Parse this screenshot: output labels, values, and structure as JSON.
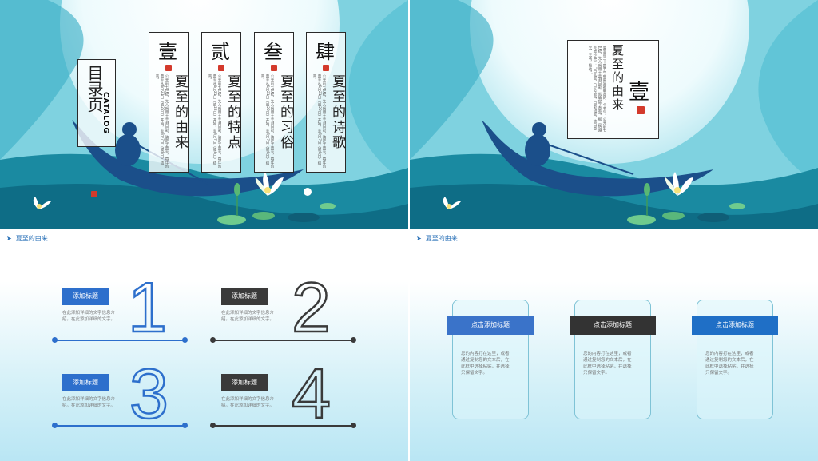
{
  "toc": {
    "title": "目录页",
    "subtitle": "CATALOG",
    "items": [
      {
        "num": "壹",
        "label": "夏至的由来"
      },
      {
        "num": "贰",
        "label": "夏至的特点"
      },
      {
        "num": "叁",
        "label": "夏至的习俗"
      },
      {
        "num": "肆",
        "label": "夏至的诗歌"
      }
    ],
    "blurb": "公元前七世纪，先人采用土圭测日影，确定了夏至，每年的夏至从6月21日（或22日）开始，至7月7日（或8日）结束。"
  },
  "section": {
    "num": "壹",
    "title": "夏至的由来",
    "blurb": "夏至是二十四节气中最早被确定的一个节气。公元前七世纪，先人采用土圭测日影，就确定了夏至。据《恪遵宪度抄本》：“日北至，日长之至，日影短至，故曰夏至。至者，极也。”"
  },
  "slide3": {
    "crumb": "夏至的由来",
    "items": [
      {
        "tag": "添加标题",
        "num": "1",
        "text1": "在此添加详细的文字信息介",
        "text2": "绍。在此添加详细的文字。"
      },
      {
        "tag": "添加标题",
        "num": "2",
        "text1": "在此添加详细的文字信息介",
        "text2": "绍。在此添加详细的文字。"
      },
      {
        "tag": "添加标题",
        "num": "3",
        "text1": "在此添加详细的文字信息介",
        "text2": "绍。在此添加详细的文字。"
      },
      {
        "tag": "添加标题",
        "num": "4",
        "text1": "在此添加详细的文字信息介",
        "text2": "绍。在此添加详细的文字。"
      }
    ]
  },
  "slide4": {
    "crumb": "夏至的由来",
    "cards": [
      {
        "title": "点击添加标题",
        "lines": [
          "您的内容打在这里，或者",
          "通过复制您的文本后，在",
          "此框中选择粘贴，并选择",
          "只保留文字。"
        ]
      },
      {
        "title": "点击添加标题",
        "lines": [
          "您的内容打在这里，或者",
          "通过复制您的文本后，在",
          "此框中选择粘贴，并选择",
          "只保留文字。"
        ]
      },
      {
        "title": "点击添加标题",
        "lines": [
          "您的内容打在这里，或者",
          "通过复制您的文本后，在",
          "此框中选择粘贴，并选择",
          "只保留文字。"
        ]
      }
    ]
  },
  "colors": {
    "blue": "#2d6fcc",
    "dark": "#3a3a3a",
    "navy": "#1f5fa3",
    "seal": "#d33a2c"
  }
}
